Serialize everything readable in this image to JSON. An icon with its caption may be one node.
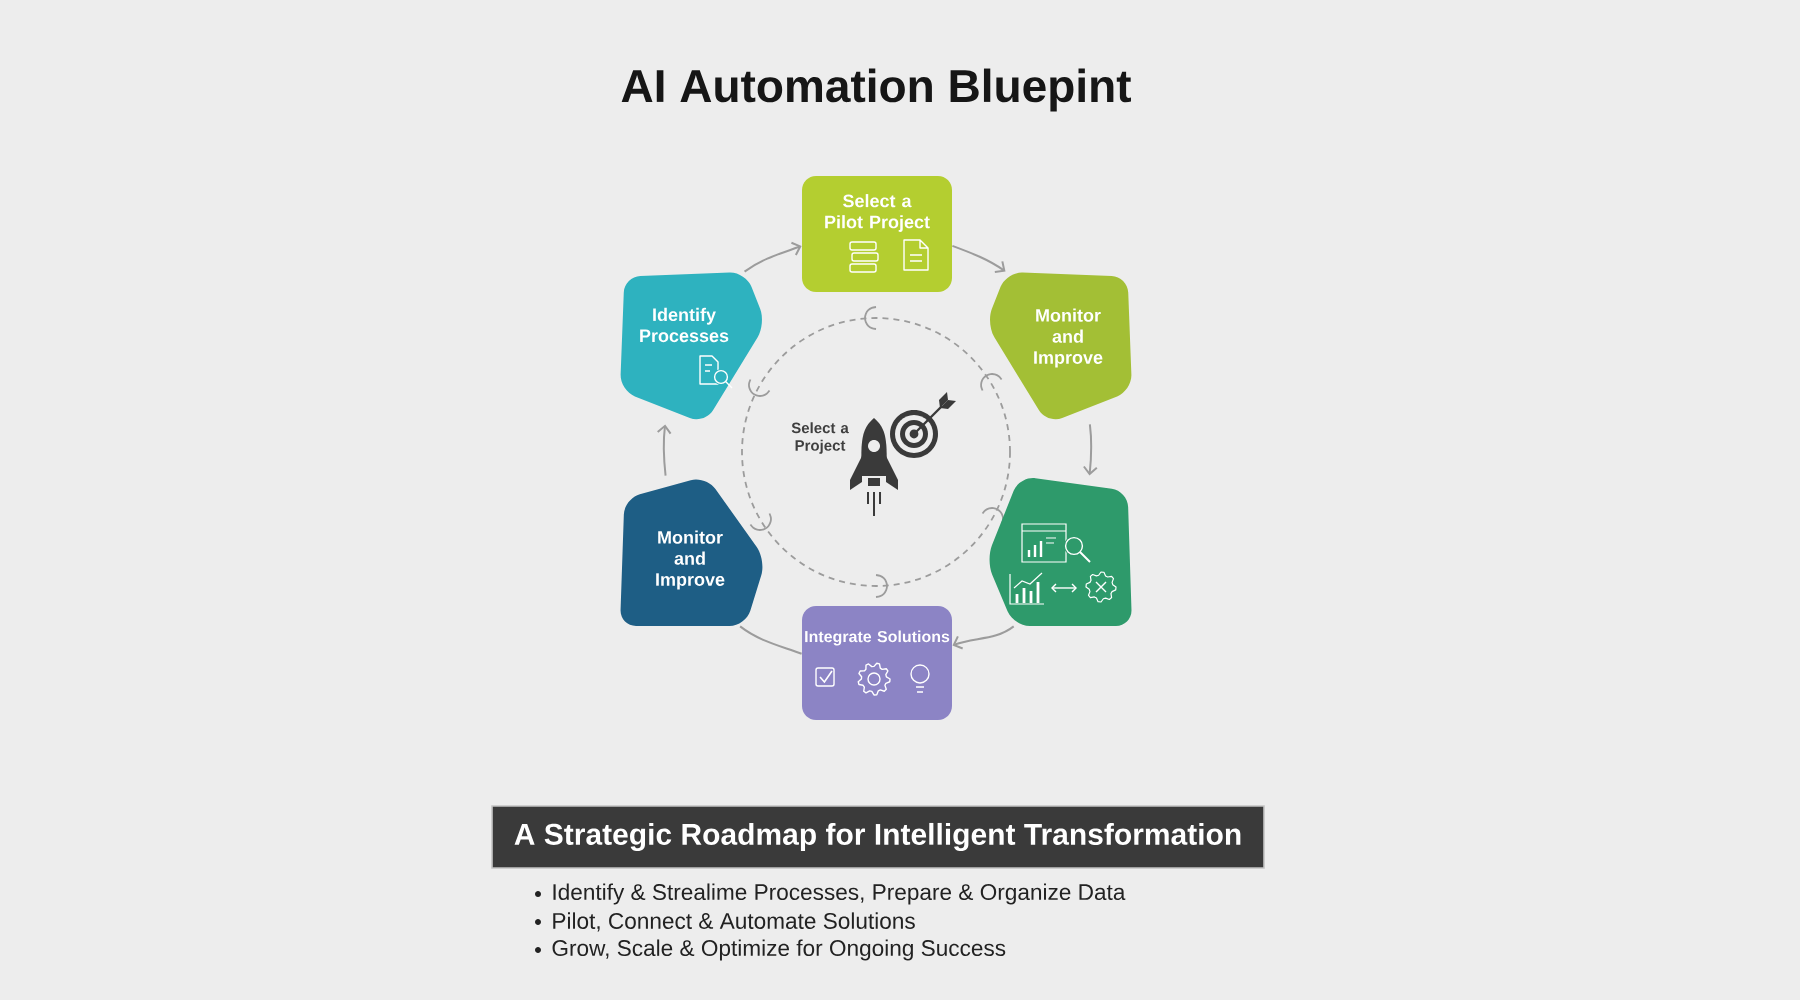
{
  "diagram": {
    "title": "AI Automation Bluepint",
    "nodes": [
      {
        "text": [
          "Select a Pilot Project"
        ]
      },
      {
        "text": [
          "Identify Processes"
        ]
      },
      {
        "text": [
          "Monitor and Improve"
        ]
      },
      {
        "text": [
          "Select a Project"
        ]
      },
      {
        "text": [
          "Monitor and Improve"
        ]
      },
      {
        "text": [],
        "shape": "box"
      },
      {
        "text": [
          "Integrate Solutions"
        ]
      },
      {
        "text": [
          "A Strategic Roadmap for Intelligent Transformation"
        ]
      }
    ],
    "edges": [
      {
        "from": 1,
        "to": 0,
        "arrow": "to"
      },
      {
        "from": 0,
        "to": 2,
        "arrow": "to"
      },
      {
        "from": 2,
        "to": 5,
        "arrow": "to"
      },
      {
        "from": 5,
        "to": 6,
        "arrow": "to"
      },
      {
        "from": 6,
        "to": 4,
        "arrow": "none"
      },
      {
        "from": 4,
        "to": 1,
        "arrow": "to"
      }
    ],
    "labels": [
      "Identify & Strealime Processes, Prepare & Organize Data",
      "Pilot, Connect & Automate Solutions",
      "Grow, Scale & Optimize for Ongoing Success"
    ]
  }
}
